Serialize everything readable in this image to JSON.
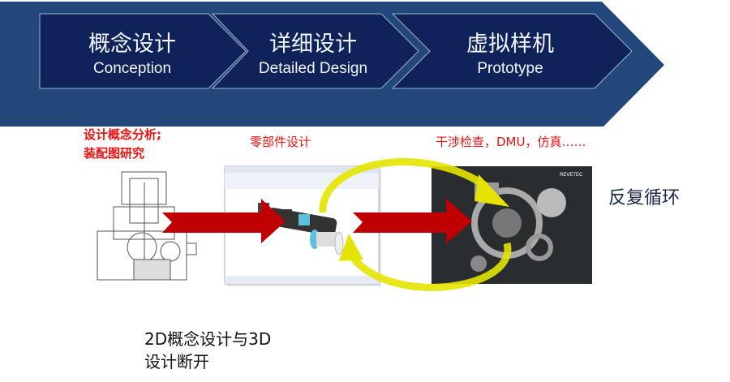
{
  "colors": {
    "banner_outer": "#22477b",
    "banner_inner": "#0f235a",
    "accent_red": "#c00000",
    "accent_yellow": "#e8e800",
    "note_red": "#f01010"
  },
  "stages": [
    {
      "cn": "概念设计",
      "en": "Conception"
    },
    {
      "cn": "详细设计",
      "en": "Detailed Design"
    },
    {
      "cn": "虚拟样机",
      "en": "Prototype"
    }
  ],
  "notes": {
    "concept_line1": "设计概念分析;",
    "concept_line2": "装配图研究",
    "detail": "零部件设计",
    "prototype": "干涉检查，DMU，仿真……"
  },
  "images": {
    "drawing": "2d-assembly-drawing",
    "cad": "3d-part-cad-screenshot",
    "render": "engine-gear-render",
    "render_logo": "REVETEC"
  },
  "loop_label": "反复循环",
  "footer": {
    "line1": "2D概念设计与3D",
    "line2": "设计断开"
  }
}
